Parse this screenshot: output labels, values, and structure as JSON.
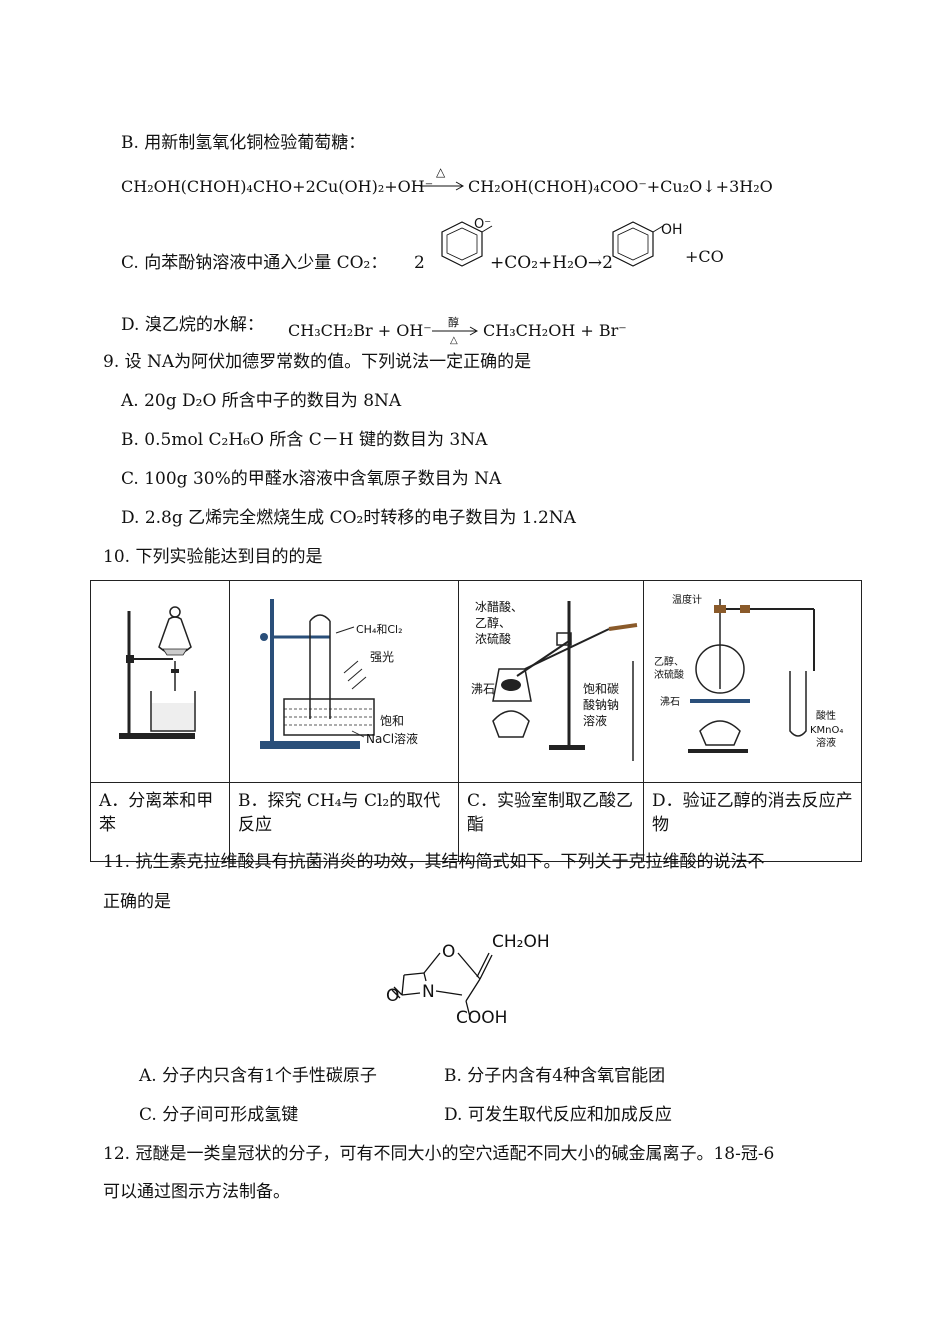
{
  "q8": {
    "b_label": "B. 用新制氢氧化铜检验葡萄糖：",
    "b_eq_left": "CH₂OH(CHOH)₄CHO+2Cu(OH)₂+OH⁻",
    "b_eq_cond": "△",
    "b_eq_right": "CH₂OH(CHOH)₄COO⁻+Cu₂O↓+3H₂O",
    "c_label": "C. 向苯酚钠溶液中通入少量 CO₂：",
    "c_coef1": "2",
    "c_plus": "+CO₂+H₂O→2",
    "c_tail": "+CO",
    "c_ominus": "O⁻",
    "c_oh": "OH",
    "d_label": "D. 溴乙烷的水解：",
    "d_left": "CH₃CH₂Br + OH⁻",
    "d_cond_top": "醇",
    "d_cond_bottom": "△",
    "d_right": "CH₃CH₂OH + Br⁻"
  },
  "q9": {
    "stem": "9. 设 NA为阿伏加德罗常数的值。下列说法一定正确的是",
    "a": "A. 20g D₂O 所含中子的数目为 8NA",
    "b": "B. 0.5mol C₂H₆O 所含 C－H 键的数目为 3NA",
    "c": "C. 100g 30%的甲醛水溶液中含氧原子数目为 NA",
    "d": "D. 2.8g 乙烯完全燃烧生成 CO₂时转移的电子数目为 1.2NA"
  },
  "q10": {
    "stem": "10. 下列实验能达到目的的是",
    "cells": [
      {
        "caption": "A．分离苯和甲苯"
      },
      {
        "caption": "B．探究 CH₄与 Cl₂的取代反应",
        "label1": "CH₄和Cl₂",
        "label2": "强光",
        "label3": "饱和",
        "label4": "NaCl溶液"
      },
      {
        "caption": "C．实验室制取乙酸乙酯",
        "label1": "冰醋酸、",
        "label2": "乙醇、",
        "label3": "浓硫酸",
        "label4": "沸石",
        "label5": "饱和碳",
        "label6": "酸钠钠",
        "label7": "溶液"
      },
      {
        "caption": "D．验证乙醇的消去反应产物",
        "label1": "温度计",
        "label2": "乙醇、",
        "label3": "浓硫酸",
        "label4": "沸石",
        "label5": "酸性",
        "label6": "KMnO₄",
        "label7": "溶液"
      }
    ]
  },
  "q11": {
    "stem1": "11. 抗生素克拉维酸具有抗菌消炎的功效，其结构简式如下。下列关于克拉维酸的说法不",
    "stem2": "正确的是",
    "struct_ch2oh": "CH₂OH",
    "struct_o_ring": "O",
    "struct_n": "N",
    "struct_o_keto": "O",
    "struct_cooh": "COOH",
    "a": "A. 分子内只含有1个手性碳原子",
    "b": "B. 分子内含有4种含氧官能团",
    "c": "C. 分子间可形成氢键",
    "d": "D. 可发生取代反应和加成反应"
  },
  "q12": {
    "stem1": "12. 冠醚是一类皇冠状的分子，可有不同大小的空穴适配不同大小的碱金属离子。18-冠-6",
    "stem2": "可以通过图示方法制备。"
  }
}
